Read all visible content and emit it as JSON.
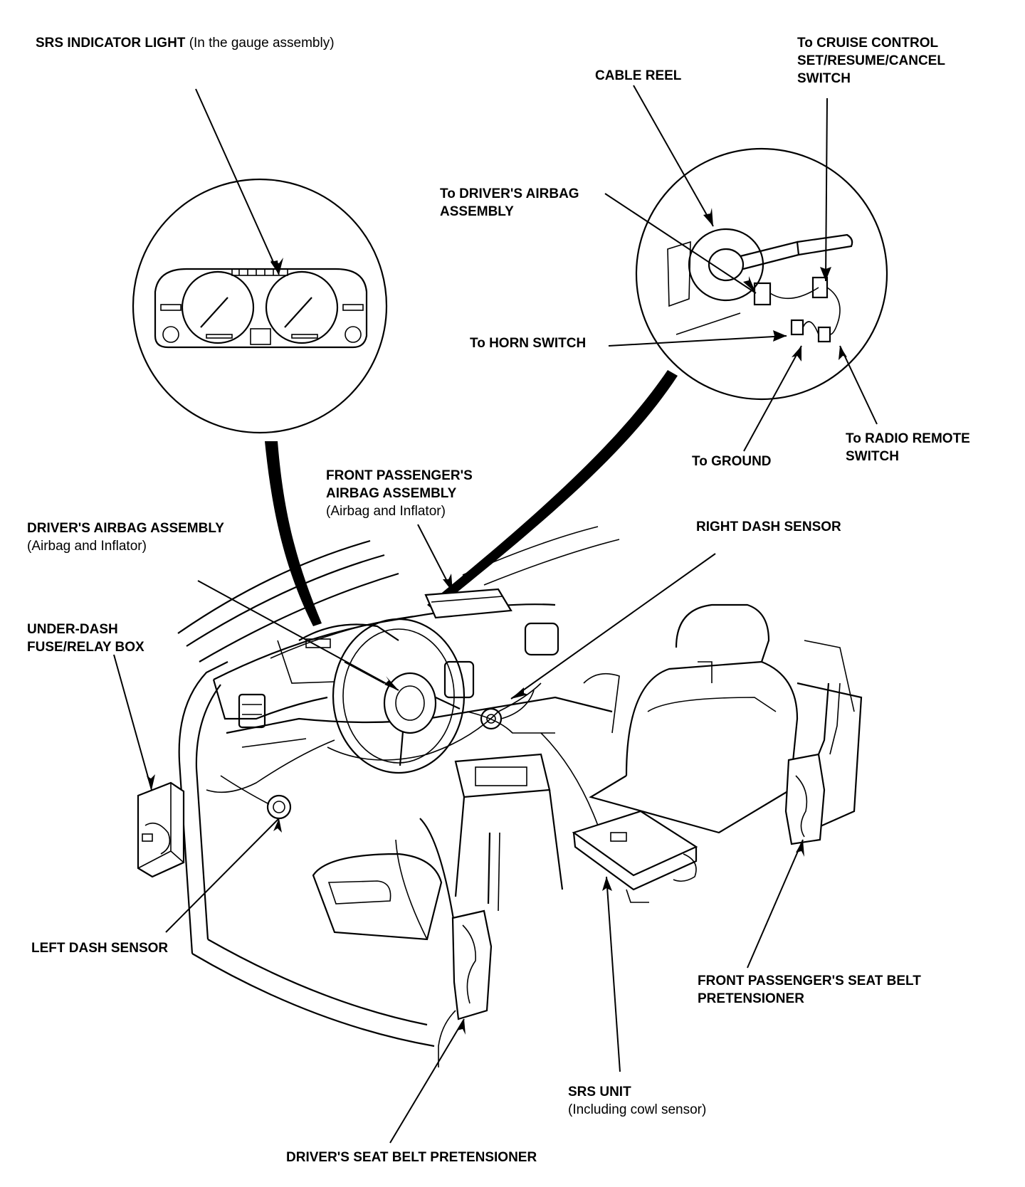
{
  "labels": {
    "srs_indicator": {
      "bold": "SRS INDICATOR LIGHT",
      "normal": "(In the gauge assembly)"
    },
    "cable_reel": "CABLE REEL",
    "cruise_control": [
      "To CRUISE CONTROL",
      "SET/RESUME/CANCEL",
      "SWITCH"
    ],
    "to_driver_airbag": [
      "To DRIVER'S AIRBAG",
      "ASSEMBLY"
    ],
    "to_horn_switch": "To HORN SWITCH",
    "to_ground": "To GROUND",
    "to_radio_remote": [
      "To RADIO REMOTE",
      "SWITCH"
    ],
    "front_passenger_airbag": [
      "FRONT PASSENGER'S",
      "AIRBAG ASSEMBLY",
      "(Airbag and Inflator)"
    ],
    "driver_airbag": [
      "DRIVER'S AIRBAG ASSEMBLY",
      "(Airbag and Inflator)"
    ],
    "right_dash_sensor": "RIGHT DASH SENSOR",
    "under_dash_fuse": [
      "UNDER-DASH",
      "FUSE/RELAY BOX"
    ],
    "left_dash_sensor": "LEFT DASH SENSOR",
    "front_passenger_pretensioner": [
      "FRONT PASSENGER'S SEAT BELT",
      "PRETENSIONER"
    ],
    "srs_unit": [
      "SRS UNIT",
      "(Including cowl sensor)"
    ],
    "driver_pretensioner": "DRIVER'S SEAT BELT PRETENSIONER"
  }
}
